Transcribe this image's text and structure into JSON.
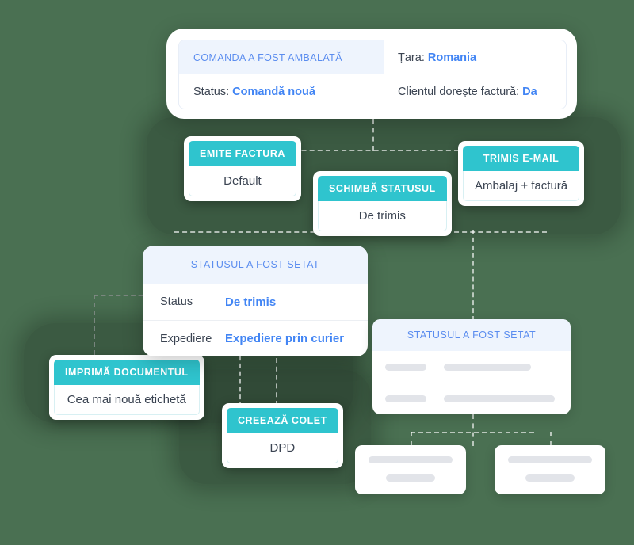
{
  "theme": {
    "background": "#4a7052",
    "teal": "#2fc4ce",
    "blue_accent": "#4285f4",
    "header_tint": "#eef4fd",
    "skeleton_bar": "#e2e4e9"
  },
  "order_panel": {
    "badge_title": "COMANDA A FOST AMBALATĂ",
    "country_label": "Țara:",
    "country_value": "Romania",
    "status_label": "Status:",
    "status_value": "Comandă nouă",
    "invoice_label": "Clientul dorește factură:",
    "invoice_value": "Da"
  },
  "action_cards": [
    {
      "id": "emite",
      "title": "EMITE FACTURA",
      "value": "Default"
    },
    {
      "id": "schimba",
      "title": "SCHIMBĂ STATUSUL",
      "value": "De trimis"
    },
    {
      "id": "email",
      "title": "TRIMIS E-MAIL",
      "value": "Ambalaj + factură"
    },
    {
      "id": "imprima",
      "title": "IMPRIMĂ DOCUMENTUL",
      "value": "Cea mai nouă etichetă"
    },
    {
      "id": "colet",
      "title": "CREEAZĂ COLET",
      "value": "DPD"
    }
  ],
  "status_panel": {
    "title": "STATUSUL A FOST SETAT",
    "rows": [
      {
        "key": "Status",
        "value": "De trimis"
      },
      {
        "key": "Expediere",
        "value": "Expediere prin curier"
      }
    ]
  },
  "skeleton_panel": {
    "title": "STATUSUL A FOST SETAT"
  }
}
